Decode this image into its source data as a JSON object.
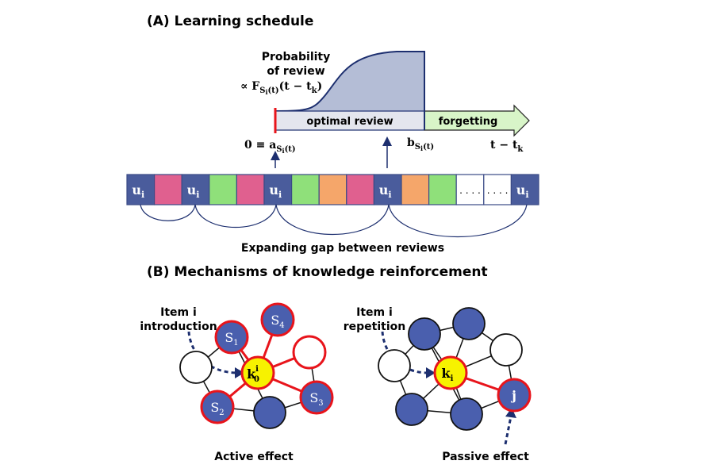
{
  "section_a": {
    "title": "(A) Learning schedule",
    "prob_line1": "Probability",
    "prob_line2": "of review",
    "prob_formula": "∝ F",
    "prob_formula_sub": "S",
    "prob_formula_subsub": "i",
    "prob_formula_paren": "(t)",
    "prob_formula_tail": "(t − t",
    "prob_formula_tail_sub": "k",
    "prob_formula_close": ")",
    "optimal_label": "optimal review",
    "forgetting_label": "forgetting",
    "a_label_prefix": "0 ≡ a",
    "a_label_sub": "S",
    "a_label_subsub": "i",
    "a_label_paren": "(t)",
    "b_label": "b",
    "b_label_sub": "S",
    "b_label_subsub": "i",
    "b_label_paren": "(t)",
    "t_label": "t − t",
    "t_label_sub": "k",
    "cell_u": "u",
    "cell_u_sub": "i",
    "dots": ". . . .",
    "gap_label": "Expanding gap between reviews",
    "sequence": [
      "u",
      "pink",
      "u",
      "green",
      "pink",
      "u",
      "green",
      "orange",
      "pink",
      "u",
      "orange",
      "green",
      "dots",
      "dots",
      "u"
    ]
  },
  "section_b": {
    "title": "(B) Mechanisms of knowledge reinforcement",
    "left": {
      "annotation_line1": "Item i",
      "annotation_line2": "introduction",
      "center_label": "k",
      "center_sup": "i",
      "center_sub": "0",
      "s1": "S",
      "s1_sub": "1",
      "s2": "S",
      "s2_sub": "2",
      "s3": "S",
      "s3_sub": "3",
      "s4": "S",
      "s4_sub": "4",
      "caption": "Active effect"
    },
    "right": {
      "annotation_line1": "Item i",
      "annotation_line2": "repetition",
      "center_label": "k",
      "center_sub": "i",
      "j_label": "j",
      "caption": "Passive effect"
    }
  },
  "colors": {
    "u_cell": "#4a5c9c",
    "pink": "#e0608f",
    "green": "#8fe07a",
    "orange": "#f5a66a",
    "node_blue": "#4a5fae",
    "node_yellow": "#f7f200",
    "edge_red": "#e8141b",
    "curve_fill": "#b4bdd6",
    "curve_stroke": "#1d2f6f",
    "bar_gray": "#e4e6ee",
    "bar_green": "#d8f5c8",
    "arrow_blue": "#1d2f6f"
  }
}
